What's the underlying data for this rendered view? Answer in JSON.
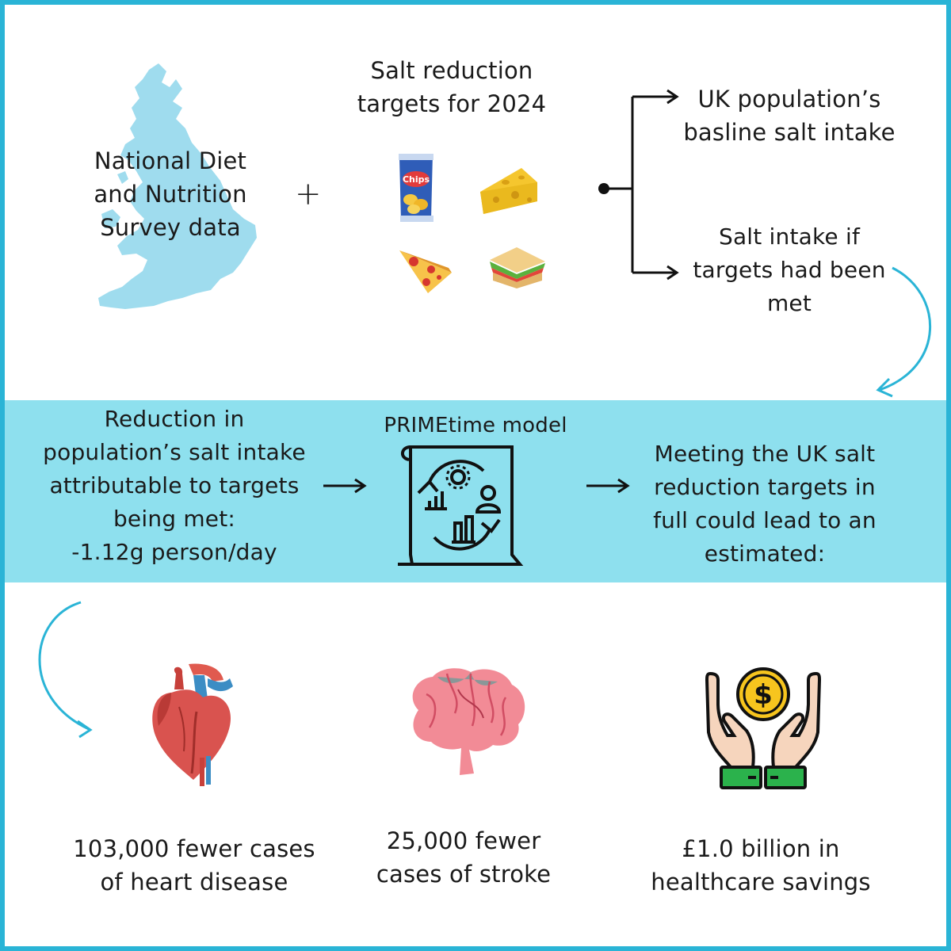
{
  "top": {
    "survey_label": "National Diet\nand Nutrition\nSurvey data",
    "plus_sign": "+",
    "targets_label": "Salt reduction\ntargets for 2024",
    "chips_bag_text": "Chips",
    "baseline_label": "UK population’s\nbasline salt intake",
    "targets_met_label": "Salt intake if\ntargets had been\nmet"
  },
  "band": {
    "reduction_label": "Reduction in\npopulation’s salt intake\nattributable to targets\nbeing met:\n-1.12g person/day",
    "model_label": "PRIMEtime model",
    "estimate_label": "Meeting the UK salt\nreduction targets in\nfull could lead to an\nestimated:"
  },
  "outcomes": {
    "heart": "103,000 fewer cases\nof heart disease",
    "stroke": "25,000 fewer\ncases of stroke",
    "savings": "£1.0 billion in\nhealthcare savings",
    "coin_symbol": "$"
  },
  "icons": [
    "uk-map-icon",
    "chips-icon",
    "cheese-icon",
    "pizza-icon",
    "sandwich-icon",
    "model-document-icon",
    "heart-icon",
    "brain-icon",
    "money-hands-icon"
  ],
  "colors": {
    "border": "#2ab4d6",
    "band": "#8ee0ee",
    "map": "#9fdcee",
    "arrow_curve": "#2ab4d6",
    "heart": "#d9534f",
    "brain": "#f28b96",
    "coin": "#f7c51e",
    "cuff": "#2bb24c"
  }
}
